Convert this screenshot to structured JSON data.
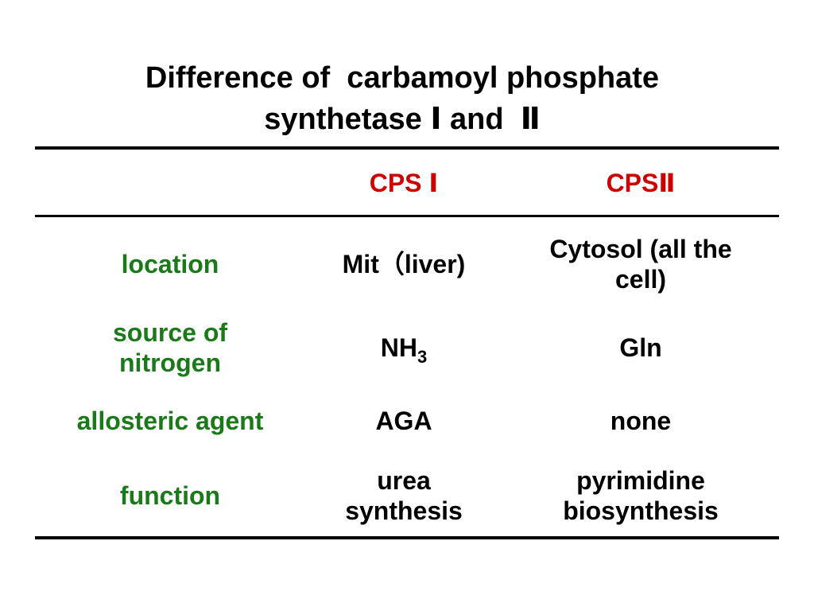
{
  "title": {
    "line1": "Difference of  carbamoyl phosphate",
    "line2": "synthetase Ⅰ and  Ⅱ"
  },
  "table": {
    "headers": [
      "",
      "CPS Ⅰ",
      "CPSⅡ"
    ],
    "rows": [
      {
        "label": "location",
        "cps1": "Mit（liver)",
        "cps2_line1": "Cytosol (all the",
        "cps2_line2": "cell)"
      },
      {
        "label_line1": "source of",
        "label_line2": "nitrogen",
        "cps1_main": "NH",
        "cps1_sub": "3",
        "cps2": "Gln"
      },
      {
        "label": "allosteric agent",
        "cps1": "AGA",
        "cps2": "none"
      },
      {
        "label": "function",
        "cps1_line1": "urea",
        "cps1_line2": "synthesis",
        "cps2_line1": "pyrimidine",
        "cps2_line2": "biosynthesis"
      }
    ]
  },
  "colors": {
    "header_text": "#cc0000",
    "label_text": "#1a7a1a",
    "body_text": "#000000",
    "rules": "#000000"
  }
}
